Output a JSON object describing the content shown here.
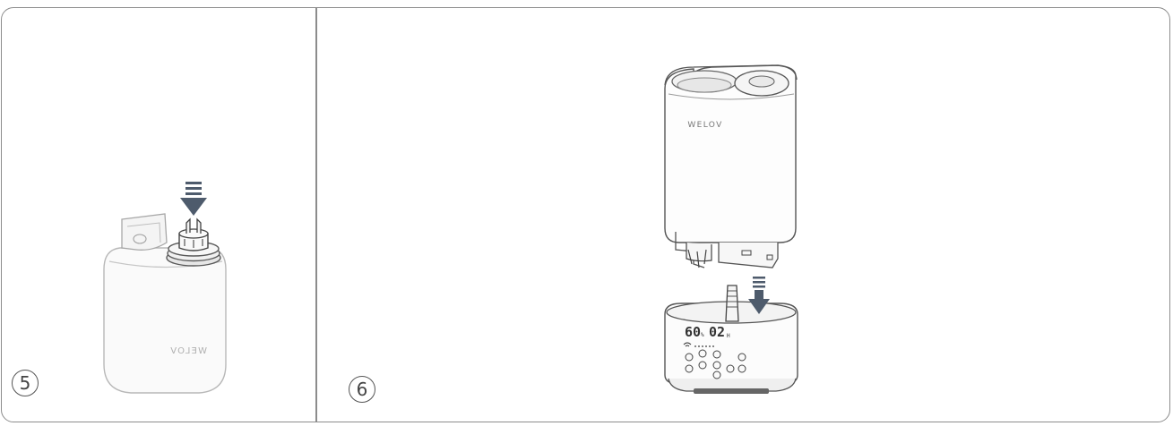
{
  "steps": [
    {
      "number": "5",
      "brand_on_tank": "WELOV"
    },
    {
      "number": "6",
      "brand_on_tank": "WELOV",
      "display_humidity": "60",
      "display_humidity_unit": "%",
      "display_timer": "02",
      "display_timer_unit": "H"
    }
  ],
  "colors": {
    "arrow": "#4e5b6c",
    "outline": "#8c8c8c",
    "device_line": "#555555"
  }
}
